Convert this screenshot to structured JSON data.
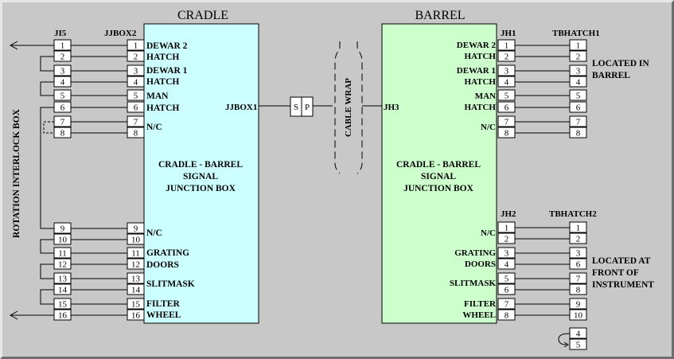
{
  "cradle": {
    "title": "CRADLE",
    "box_label_lines": [
      "CRADLE - BARREL",
      "SIGNAL",
      "JUNCTION BOX"
    ],
    "jjbox1": "JJBOX1",
    "fill": "#ccffff"
  },
  "barrel": {
    "title": "BARREL",
    "box_label_lines": [
      "CRADLE - BARREL",
      "SIGNAL",
      "JUNCTION BOX"
    ],
    "jh3": "JH3",
    "fill": "#ccffcc"
  },
  "connectors": {
    "ji5": "JI5",
    "jjbox2": "JJBOX2",
    "jh1": "JH1",
    "tbhatch1": "TBHATCH1",
    "jh2": "JH2",
    "tbhatch2": "TBHATCH2"
  },
  "side_label": "ROTATION INTERLOCK BOX",
  "cable_wrap": "CABLE WRAP",
  "sp_connector": [
    "S",
    "P"
  ],
  "left_pins": [
    "1",
    "2",
    "3",
    "4",
    "5",
    "6",
    "7",
    "8",
    "9",
    "10",
    "11",
    "12",
    "13",
    "14",
    "15",
    "16"
  ],
  "cradle_signals": {
    "dewar2": "DEWAR 2",
    "hatch_a": "HATCH",
    "dewar1": "DEWAR 1",
    "hatch_b": "HATCH",
    "man": "MAN",
    "hatch_c": "HATCH",
    "nc_a": "N/C",
    "nc_b": "N/C",
    "grating": "GRATING",
    "doors": "DOORS",
    "slitmask": "SLITMASK",
    "filter": "FILTER",
    "wheel": "WHEEL"
  },
  "barrel_signals_top": [
    "DEWAR 2",
    "HATCH",
    "DEWAR 1",
    "HATCH",
    "MAN",
    "HATCH",
    "N/C"
  ],
  "jh1_pins": [
    "1",
    "2",
    "3",
    "4",
    "5",
    "6",
    "7",
    "8"
  ],
  "tbhatch1_pins": [
    "1",
    "2",
    "3",
    "4",
    "5",
    "6",
    "7",
    "8"
  ],
  "located_barrel": [
    "LOCATED IN",
    "BARREL"
  ],
  "barrel_signals_bottom": [
    "N/C",
    "GRATING",
    "DOORS",
    "SLITMASK",
    "FILTER",
    "WHEEL"
  ],
  "jh2_pins": [
    "1",
    "2",
    "3",
    "4",
    "5",
    "6",
    "7",
    "8"
  ],
  "tbhatch2_pins": [
    "1",
    "2",
    "3",
    "6",
    "7",
    "8",
    "9",
    "10"
  ],
  "located_front": [
    "LOCATED AT",
    "FRONT OF",
    "INSTRUMENT"
  ],
  "loop_pins": [
    "4",
    "5"
  ]
}
